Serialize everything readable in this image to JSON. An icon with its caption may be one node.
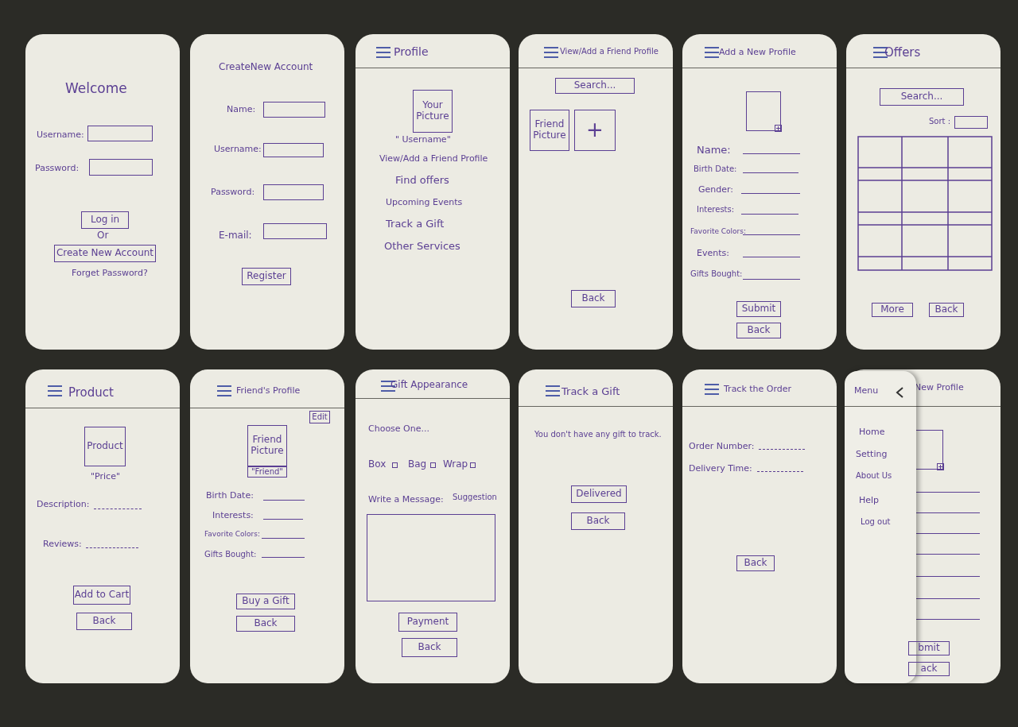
{
  "diagram": {
    "nodes": [
      {
        "text": [
          "Welcome",
          "Username:",
          "Password:",
          "Or",
          "Forget Password?"
        ]
      },
      {
        "text": [],
        "shape": "box",
        "in": 0
      },
      {
        "text": [],
        "shape": "box",
        "in": 0
      },
      {
        "text": [
          "Log in"
        ],
        "in": 0
      },
      {
        "text": [
          "Create New Account"
        ],
        "in": 0
      },
      {
        "text": [
          "CreateNew Account",
          "Name:",
          "Username:",
          "Password:",
          "E-mail:"
        ]
      },
      {
        "text": [],
        "shape": "box",
        "in": 5
      },
      {
        "text": [],
        "shape": "box",
        "in": 5
      },
      {
        "text": [],
        "shape": "box",
        "in": 5
      },
      {
        "text": [],
        "shape": "box",
        "in": 5
      },
      {
        "text": [
          "Register"
        ],
        "in": 5
      },
      {
        "text": [
          "Profile",
          "View/Add a Friend Profile",
          "Find offers",
          "Upcoming Events",
          "Track a Gift",
          "Other Services"
        ]
      },
      {
        "text": [
          "Your Picture"
        ],
        "in": 11,
        "beside": [
          "\" Username\""
        ]
      },
      {
        "text": [
          "View/Add a Friend Profile"
        ]
      },
      {
        "text": [
          "Search..."
        ],
        "in": 13
      },
      {
        "text": [
          "Friend Picture"
        ],
        "in": 13
      },
      {
        "text": [
          "+"
        ],
        "in": 13
      },
      {
        "text": [
          "Back"
        ],
        "in": 13
      },
      {
        "text": [
          "Add a New Profile",
          "Name:",
          "Birth Date:",
          "Gender:",
          "Interests:",
          "Favorite Colors:",
          "Events:",
          "Gifts Bought:"
        ]
      },
      {
        "text": [],
        "shape": "box",
        "in": 18
      },
      {
        "text": [
          "Submit"
        ],
        "in": 18
      },
      {
        "text": [
          "Back"
        ],
        "in": 18
      },
      {
        "text": [
          "Offers",
          "Sort :"
        ]
      },
      {
        "text": [
          "Search..."
        ],
        "in": 22
      },
      {
        "text": [],
        "shape": "box",
        "in": 22
      },
      {
        "text": [
          "More"
        ],
        "in": 22
      },
      {
        "text": [
          "Back"
        ],
        "in": 22
      },
      {
        "text": [
          "Product",
          "Description:",
          "Reviews:"
        ]
      },
      {
        "text": [
          "Product"
        ],
        "in": 27,
        "beside": [
          "\"Price\""
        ]
      },
      {
        "text": [
          "Add to Cart"
        ],
        "in": 27
      },
      {
        "text": [
          "Back"
        ],
        "in": 27
      },
      {
        "text": [
          "Friend's Profile",
          "Birth Date:",
          "Interests:",
          "Favorite Colors:",
          "Gifts Bought:"
        ]
      },
      {
        "text": [
          "Edit"
        ],
        "in": 31
      },
      {
        "text": [
          "Friend Picture"
        ],
        "in": 31
      },
      {
        "text": [
          "\"Friend\""
        ],
        "in": 31
      },
      {
        "text": [
          "Buy a Gift"
        ],
        "in": 31
      },
      {
        "text": [
          "Back"
        ],
        "in": 31
      },
      {
        "text": [
          "Gift Appearance",
          "Choose One...",
          "Box",
          "Bag",
          "Wrap",
          "Write a Message:",
          "Suggestion"
        ]
      },
      {
        "text": [],
        "shape": "box",
        "in": 37
      },
      {
        "text": [
          "Payment"
        ],
        "in": 37
      },
      {
        "text": [
          "Back"
        ],
        "in": 37
      },
      {
        "text": [
          "Track a Gift",
          "You don't have any gift to track."
        ]
      },
      {
        "text": [
          "Delivered"
        ],
        "in": 41
      },
      {
        "text": [
          "Back"
        ],
        "in": 41
      },
      {
        "text": [
          "Track the Order",
          "Order Number:",
          "Delivery Time:"
        ]
      },
      {
        "text": [
          "Back"
        ],
        "in": 44
      },
      {
        "text": [
          "New Profile"
        ]
      },
      {
        "text": [],
        "shape": "box",
        "in": 46
      },
      {
        "text": [
          "Menu",
          "Home",
          "Setting",
          "About Us",
          "Help",
          "Log out"
        ],
        "in": 46
      },
      {
        "text": [
          "bmit"
        ],
        "in": 46
      },
      {
        "text": [
          "ack"
        ],
        "in": 46
      }
    ]
  }
}
